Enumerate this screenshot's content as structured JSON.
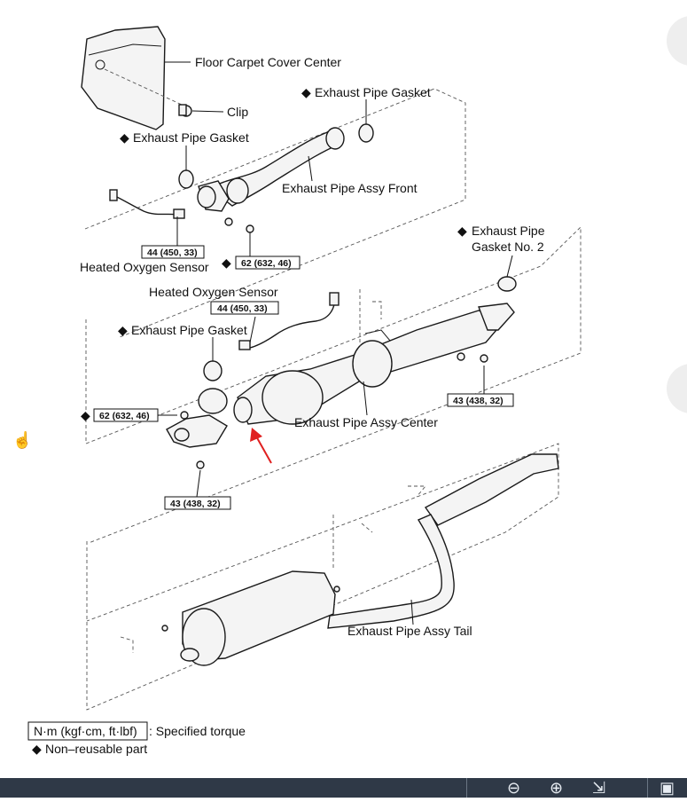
{
  "diagram": {
    "labels": {
      "floor_carpet_cover_center": "Floor Carpet Cover Center",
      "clip": "Clip",
      "gasket_front_right": "Exhaust Pipe Gasket",
      "gasket_front_left": "Exhaust Pipe Gasket",
      "exhaust_pipe_front": "Exhaust Pipe Assy Front",
      "heated_o2_sensor_front": "Heated Oxygen Sensor",
      "torque_sensor_front": "44 (450, 33)",
      "torque_front_bolt": "62 (632, 46)",
      "gasket_no2_line1": "Exhaust Pipe",
      "gasket_no2_line2": "Gasket No. 2",
      "heated_o2_sensor_center": "Heated Oxygen Sensor",
      "torque_sensor_center": "44 (450, 33)",
      "gasket_center": "Exhaust Pipe Gasket",
      "torque_center_left": "62 (632, 46)",
      "torque_center_right": "43 (438, 32)",
      "exhaust_pipe_center": "Exhaust Pipe Assy Center",
      "torque_center_bottom": "43 (438, 32)",
      "exhaust_pipe_tail": "Exhaust Pipe Assy Tail"
    },
    "legend": {
      "torque_unit": "N·m (kgf·cm, ft·lbf)",
      "torque_desc": ": Specified torque",
      "nonreusable": "Non–reusable part"
    },
    "symbols": {
      "nonreusable_mark": "◆"
    },
    "colors": {
      "arrow": "#e02020",
      "toolbar": "#2f3947"
    },
    "toolbar_icons": [
      "zoom-out-icon",
      "zoom-in-icon",
      "fit-page-icon",
      "download-icon"
    ]
  }
}
